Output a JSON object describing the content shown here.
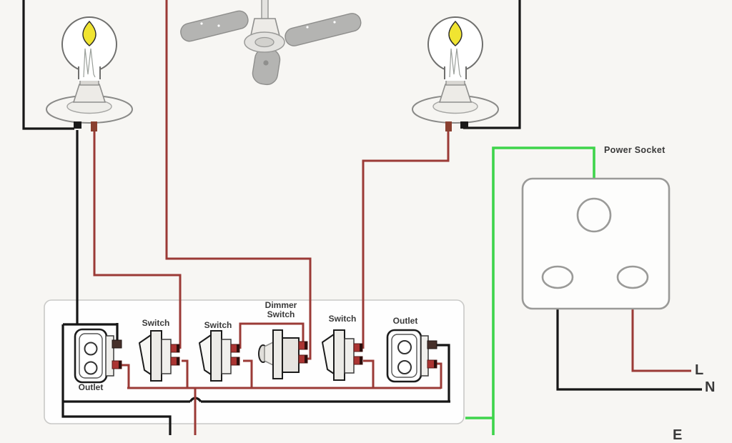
{
  "diagram": {
    "title_hint": "room electrical wiring diagram",
    "labels": {
      "power_socket": "Power Socket",
      "line_l": "L",
      "line_n": "N",
      "line_e": "E",
      "switch_1": "Switch",
      "switch_2": "Switch",
      "dimmer_line1": "Dimmer",
      "dimmer_line2": "Switch",
      "switch_3": "Switch",
      "outlet_left": "Outlet",
      "outlet_right": "Outlet"
    },
    "colors": {
      "bg": "#f7f6f3",
      "text": "#3a3a3a",
      "wire_black": "#161616",
      "wire_red": "#9b3a36",
      "wire_green": "#3ed44b",
      "terminal_red": "#ab3432",
      "terminal_dark": "#46302a",
      "bulb_yellow": "#f0e431",
      "fan_gray": "#b4b4b2",
      "outline_dark": "#1c1c1c",
      "outline_gray": "#8f8f8d",
      "panel_border": "#c9c9c7",
      "socket_border": "#9a9a98"
    }
  }
}
